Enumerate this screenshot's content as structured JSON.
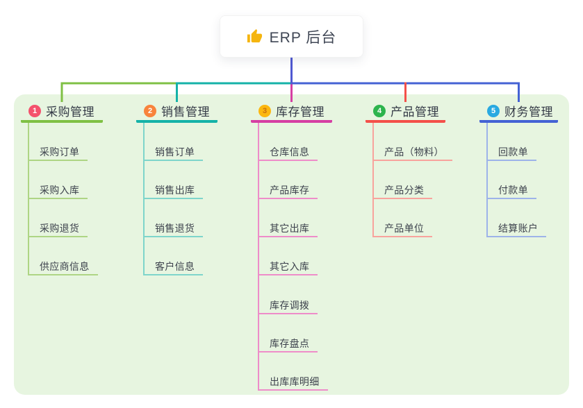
{
  "root": {
    "title": "ERP 后台",
    "icon": "thumbs-up-icon",
    "icon_color": "#f5b50f",
    "trunk_line_color": "#5059d2"
  },
  "panel": {
    "background_color": "#e7f5e0"
  },
  "branches": [
    {
      "num": "1",
      "label": "采购管理",
      "badge_color": "#f4516c",
      "badge_text_color": "#ffffff",
      "line_color": "#7fc044",
      "child_line_color": "#aed584",
      "children": [
        "采购订单",
        "采购入库",
        "采购退货",
        "供应商信息"
      ]
    },
    {
      "num": "2",
      "label": "销售管理",
      "badge_color": "#f8833c",
      "badge_text_color": "#ffffff",
      "line_color": "#15b2a8",
      "child_line_color": "#7ed5cb",
      "children": [
        "销售订单",
        "销售出库",
        "销售退货",
        "客户信息"
      ]
    },
    {
      "num": "3",
      "label": "库存管理",
      "badge_color": "#fcb70f",
      "badge_text_color": "#c9700d",
      "line_color": "#d63fa3",
      "child_line_color": "#ee8cc9",
      "children": [
        "仓库信息",
        "产品库存",
        "其它出库",
        "其它入库",
        "库存调拨",
        "库存盘点",
        "出库库明细"
      ]
    },
    {
      "num": "4",
      "label": "产品管理",
      "badge_color": "#2db44d",
      "badge_text_color": "#ffffff",
      "line_color": "#f4504a",
      "child_line_color": "#f8a39d",
      "children": [
        "产品（物料）",
        "产品分类",
        "产品单位"
      ]
    },
    {
      "num": "5",
      "label": "财务管理",
      "badge_color": "#29a9e1",
      "badge_text_color": "#ffffff",
      "line_color": "#4462d4",
      "child_line_color": "#9db3e9",
      "children": [
        "回款单",
        "付款单",
        "结算账户"
      ]
    }
  ]
}
